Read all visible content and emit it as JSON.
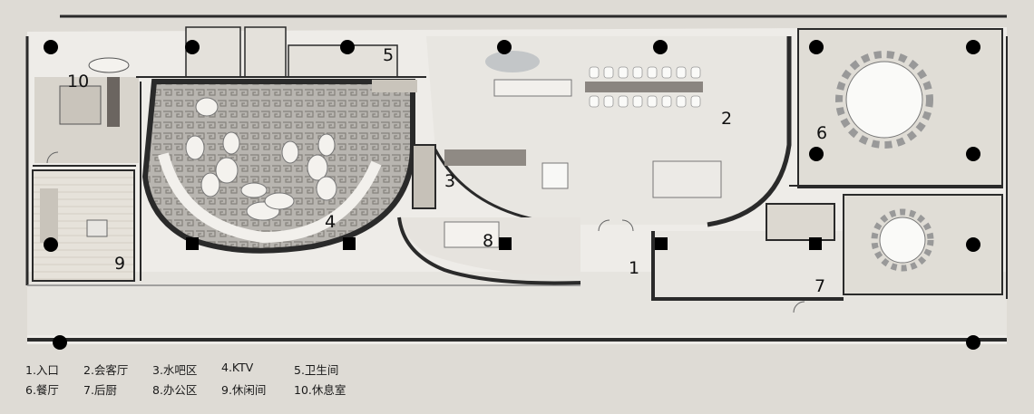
{
  "title": "",
  "room_numbers": [
    {
      "id": "n1",
      "text": "1"
    },
    {
      "id": "n2",
      "text": "2"
    },
    {
      "id": "n3",
      "text": "3"
    },
    {
      "id": "n4",
      "text": "4"
    },
    {
      "id": "n5",
      "text": "5"
    },
    {
      "id": "n6",
      "text": "6"
    },
    {
      "id": "n7",
      "text": "7"
    },
    {
      "id": "n8",
      "text": "8"
    },
    {
      "id": "n9",
      "text": "9"
    },
    {
      "id": "n10",
      "text": "10"
    }
  ],
  "legend": [
    {
      "label": "1.入口"
    },
    {
      "label": "2.会客厅"
    },
    {
      "label": "3.水吧区"
    },
    {
      "label": "4.KTV"
    },
    {
      "label": "5.卫生间"
    },
    {
      "label": "6.餐厅"
    },
    {
      "label": "7.后厨"
    },
    {
      "label": "8.办公区"
    },
    {
      "label": "9.休闲间"
    },
    {
      "label": "10.休息室"
    }
  ],
  "colors": {
    "background": "#dedbd5",
    "wall": "#2a2a2a",
    "floor_light": "#eeece8",
    "floor_pattern": "#9d9a95",
    "column": "#000000"
  }
}
